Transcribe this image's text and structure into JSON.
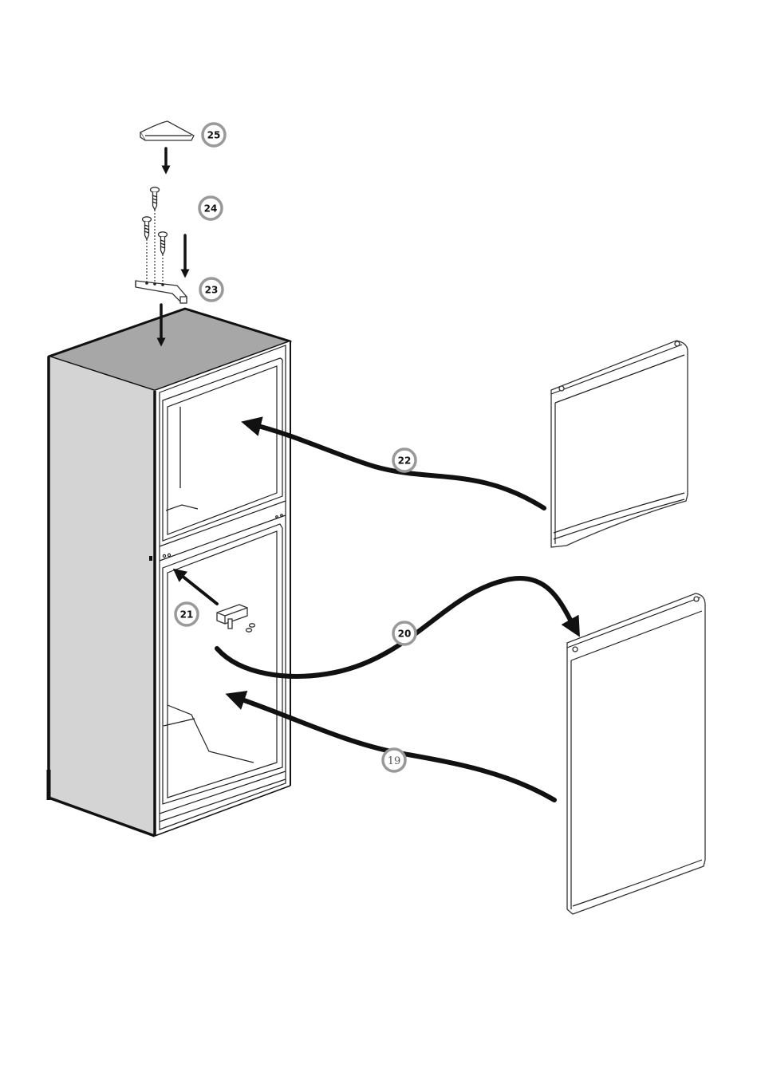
{
  "colors": {
    "fridge_top": "#a7a7a7",
    "fridge_side": "#d4d4d4",
    "line": "#111111",
    "badge_ring": "#999999"
  },
  "badges": [
    {
      "id": "badge-25",
      "label": "25"
    },
    {
      "id": "badge-24",
      "label": "24"
    },
    {
      "id": "badge-23",
      "label": "23"
    },
    {
      "id": "badge-22",
      "label": "22"
    },
    {
      "id": "badge-21",
      "label": "21"
    },
    {
      "id": "badge-20",
      "label": "20"
    },
    {
      "id": "badge-19",
      "label": "19"
    }
  ],
  "icons": {
    "fridge": "refrigerator-body-icon",
    "upper_door": "freezer-door-icon",
    "lower_door": "fridge-door-icon",
    "hinge_cover": "hinge-cover-icon",
    "screws": "screw-icon",
    "top_hinge": "top-hinge-icon",
    "middle_hinge": "middle-hinge-icon"
  }
}
